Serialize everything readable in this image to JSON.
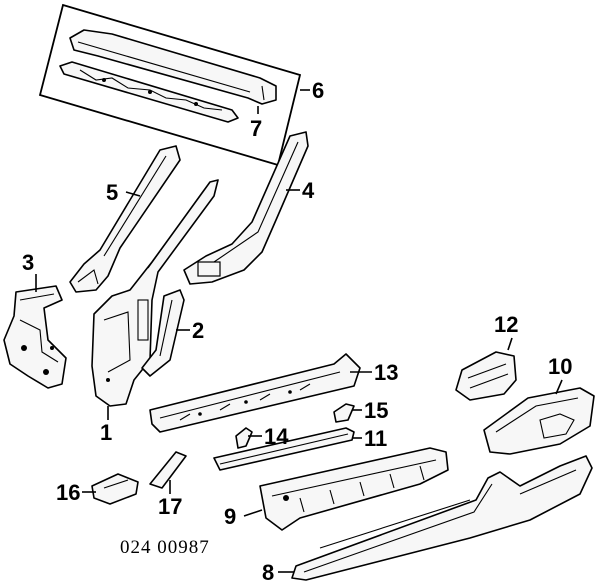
{
  "diagram": {
    "callouts": [
      "1",
      "2",
      "3",
      "4",
      "5",
      "6",
      "7",
      "8",
      "9",
      "10",
      "11",
      "12",
      "13",
      "14",
      "15",
      "16",
      "17"
    ],
    "reference_code": "024 00987"
  }
}
